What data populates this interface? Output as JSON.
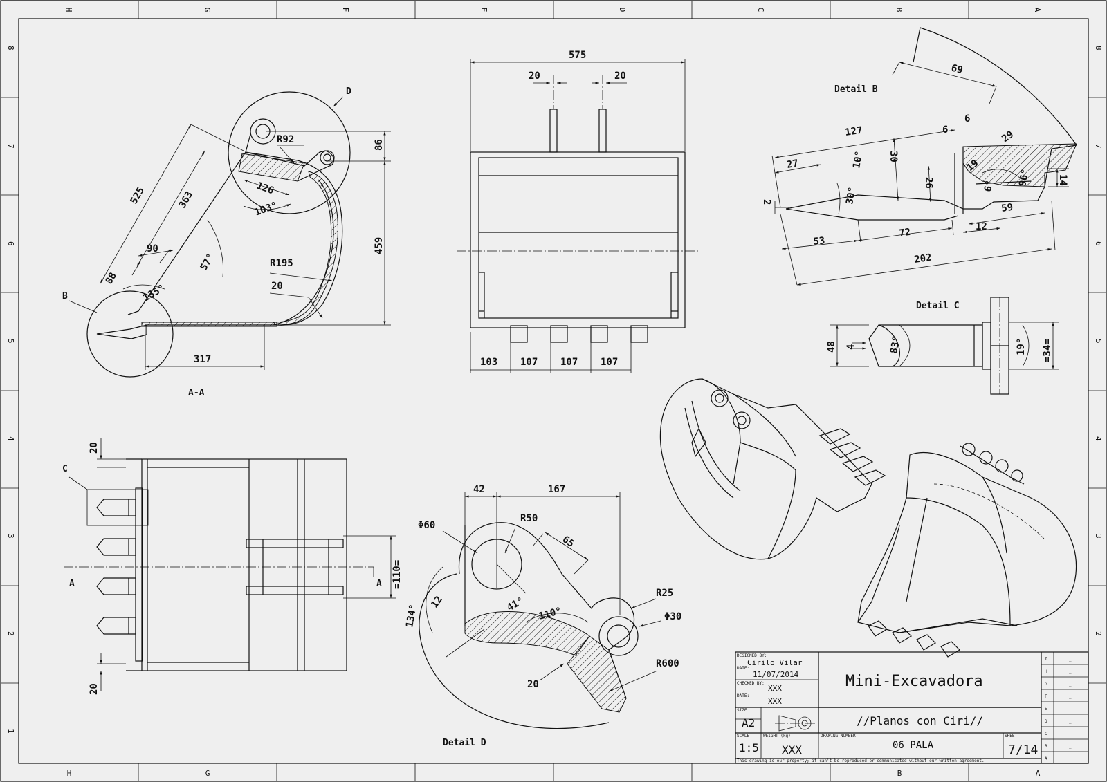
{
  "grid": {
    "columns": [
      "H",
      "G",
      "F",
      "E",
      "D",
      "C",
      "B",
      "A"
    ],
    "rows": [
      "8",
      "7",
      "6",
      "5",
      "4",
      "3",
      "2",
      "1"
    ]
  },
  "views": {
    "section_a_a": {
      "label": "A-A",
      "detail_b_marker": "B",
      "detail_d_marker": "D",
      "dims": {
        "d525": "525",
        "d363": "363",
        "d90": "90",
        "d88": "88",
        "d135": "135°",
        "d57": "57°",
        "d126": "126",
        "d103": "103°",
        "dR92": "R92",
        "dR195": "R195",
        "d20": "20",
        "d86": "86",
        "d459": "459",
        "d317": "317"
      }
    },
    "top_view": {
      "dims": {
        "d575": "575",
        "d20a": "20",
        "d20b": "20",
        "d103": "103",
        "d107a": "107",
        "d107b": "107",
        "d107c": "107"
      }
    },
    "plan_view": {
      "section_marker_left": "A",
      "section_marker_right": "A",
      "detail_c_marker": "C",
      "dims": {
        "d20top": "20",
        "d20bot": "20",
        "d110": "=110="
      }
    },
    "detail_b": {
      "label": "Detail B",
      "dims": {
        "d69": "69",
        "d127": "127",
        "d6a": "6",
        "d6b": "6",
        "d29": "29",
        "d27": "27",
        "d10": "10°",
        "d30": "30",
        "d26": "26",
        "d19": "19",
        "d6c": "6°",
        "d96": "96°",
        "d14": "14",
        "d2": "2",
        "d30deg": "30°",
        "d59": "59",
        "d12": "12",
        "d53": "53",
        "d72": "72",
        "d202": "202"
      }
    },
    "detail_c": {
      "label": "Detail C",
      "dims": {
        "d48": "48",
        "d4": "4",
        "d83": "83°",
        "d19": "19°",
        "d34": "=34="
      }
    },
    "detail_d": {
      "label": "Detail D",
      "dims": {
        "d42": "42",
        "d167": "167",
        "dphi60": "Φ60",
        "dR50": "R50",
        "d65": "65",
        "d134": "134°",
        "d12": "12",
        "d41": "41°",
        "d110": "110°",
        "dR25": "R25",
        "dphi30": "Φ30",
        "dR600": "R600",
        "d20": "20"
      }
    }
  },
  "title_block": {
    "designed_by_label": "DESIGNED BY:",
    "designer": "Cirilo Vilar",
    "date_label": "DATE:",
    "date": "11/07/2014",
    "checked_by_label": "CHECKED BY:",
    "checked_by": "XXX",
    "date2_label": "DATE:",
    "date2": "XXX",
    "size_label": "SIZE",
    "size": "A2",
    "scale_label": "SCALE",
    "scale": "1:5",
    "weight_label": "WEIGHT (kg)",
    "weight": "XXX",
    "drawing_number_label": "DRAWING NUMBER",
    "drawing_number": "06 PALA",
    "sheet_label": "SHEET",
    "sheet": "7/14",
    "title": "Mini-Excavadora",
    "subtitle": "//Planos con Ciri//",
    "notice": "This drawing is our property; it can't be reproduced or communicated without our written agreement.",
    "revisions": [
      {
        "rev": "I",
        "val": "_"
      },
      {
        "rev": "H",
        "val": "_"
      },
      {
        "rev": "G",
        "val": "_"
      },
      {
        "rev": "F",
        "val": "_"
      },
      {
        "rev": "E",
        "val": "_"
      },
      {
        "rev": "D",
        "val": "_"
      },
      {
        "rev": "C",
        "val": "_"
      },
      {
        "rev": "B",
        "val": "_"
      },
      {
        "rev": "A",
        "val": "_"
      }
    ]
  }
}
